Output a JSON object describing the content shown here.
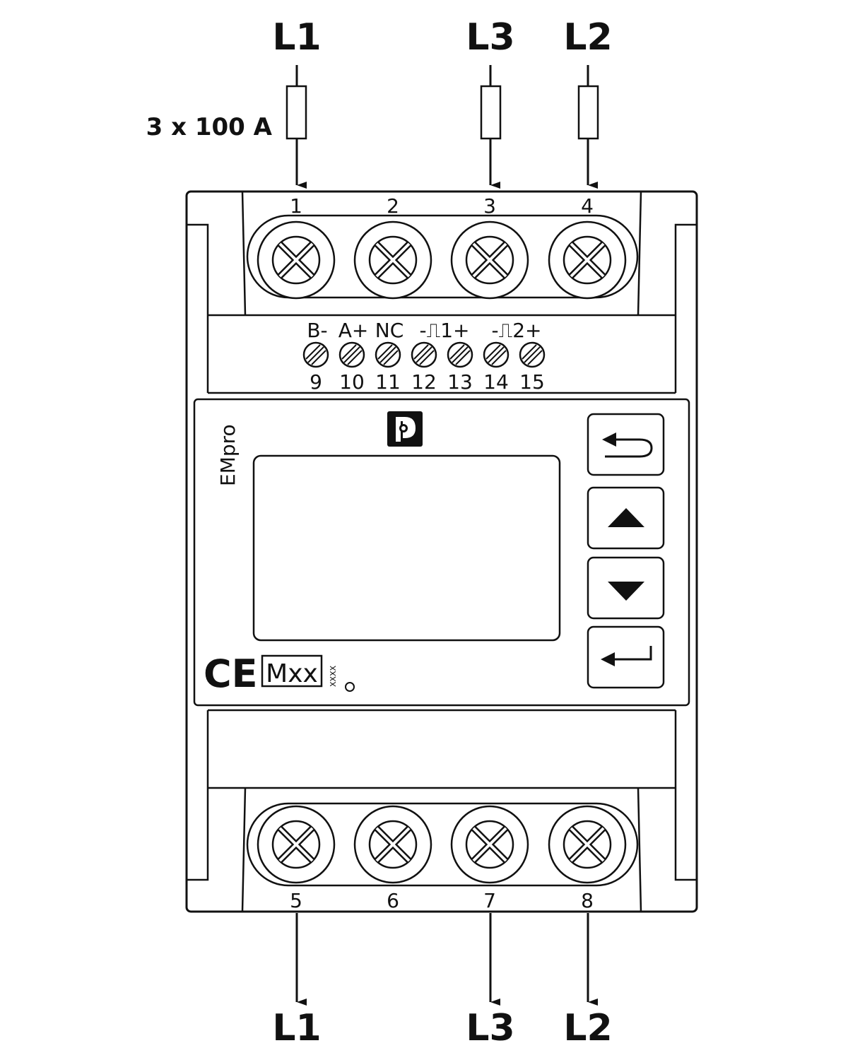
{
  "phases_top": [
    {
      "label": "L1",
      "terminal": "1"
    },
    {
      "label": "L3",
      "terminal": "3"
    },
    {
      "label": "L2",
      "terminal": "4"
    }
  ],
  "phases_bottom": [
    {
      "label": "L1",
      "terminal": "5"
    },
    {
      "label": "L3",
      "terminal": "7"
    },
    {
      "label": "L2",
      "terminal": "8"
    }
  ],
  "fuse_rating": "3 x 100 A",
  "top_terminals": [
    "1",
    "2",
    "3",
    "4"
  ],
  "bottom_terminals": [
    "5",
    "6",
    "7",
    "8"
  ],
  "signal_labels": [
    "B-",
    "A+",
    "NC",
    "-⎍1+",
    "-⎍2+"
  ],
  "signal_terminals": [
    "9",
    "10",
    "11",
    "12",
    "13",
    "14",
    "15"
  ],
  "device": {
    "brand": "EMpro",
    "mark": "Mxx",
    "mark_suffix": "XXXX",
    "ce": "CE"
  },
  "buttons": [
    {
      "name": "back-button",
      "icon": "back-arrow-icon"
    },
    {
      "name": "up-button",
      "icon": "triangle-up-icon"
    },
    {
      "name": "down-button",
      "icon": "triangle-down-icon"
    },
    {
      "name": "enter-button",
      "icon": "enter-arrow-icon"
    }
  ]
}
